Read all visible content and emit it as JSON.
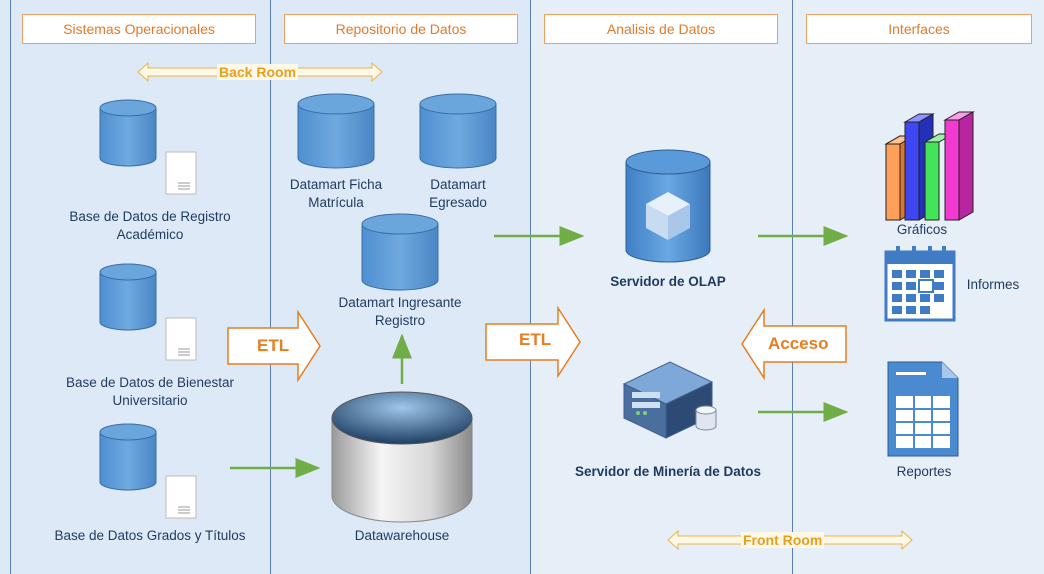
{
  "columns": [
    {
      "title": "Sistemas Operacionales"
    },
    {
      "title": "Repositorio de Datos"
    },
    {
      "title": "Analisis de Datos"
    },
    {
      "title": "Interfaces"
    }
  ],
  "labels": {
    "back_room": "Back Room",
    "front_room": "Front Room",
    "etl_1": "ETL",
    "etl_2": "ETL",
    "acceso": "Acceso"
  },
  "sources": [
    {
      "line1": "Base de Datos de Registro",
      "line2": "Académico"
    },
    {
      "line1": "Base de Datos de Bienestar",
      "line2": "Universitario"
    },
    {
      "line1": "Base de Datos Grados y Títulos",
      "line2": ""
    }
  ],
  "repository": {
    "datamart_ficha": {
      "line1": "Datamart Ficha",
      "line2": "Matrícula"
    },
    "datamart_egresado": {
      "line1": "Datamart",
      "line2": "Egresado"
    },
    "datamart_ingresante": {
      "line1": "Datamart Ingresante",
      "line2": "Registro"
    },
    "datawarehouse": "Datawarehouse"
  },
  "analysis": {
    "olap": "Servidor de OLAP",
    "mining": "Servidor de Minería de Datos"
  },
  "interfaces": {
    "graficos": "Gráficos",
    "informes": "Informes",
    "reportes": "Reportes"
  },
  "colors": {
    "background": "#dde8f5",
    "header_border": "#f0a060",
    "header_text": "#e27a2c",
    "cylinder": "#5b9bd5",
    "arrow_green": "#70ad47",
    "label_text": "#1f3a5f"
  }
}
